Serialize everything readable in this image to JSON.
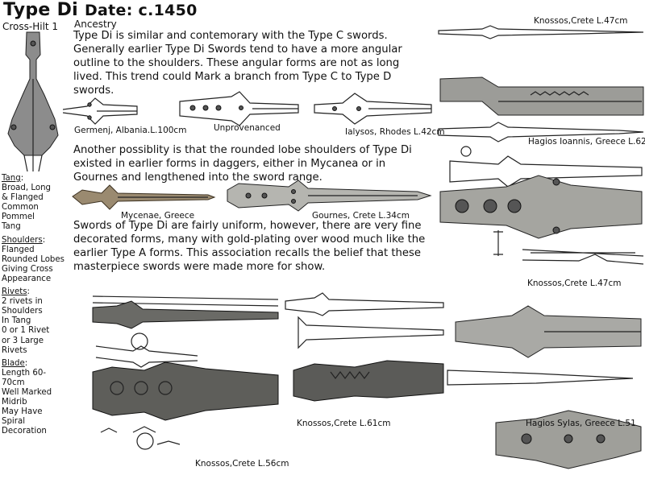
{
  "header": {
    "title": "Type Di",
    "date": "Date: c.1450",
    "subtitle": "Cross-Hilt 1",
    "ancestry_label": "Ancestry"
  },
  "paragraphs": {
    "p1": "Type Di is similar and contemorary with the Type C swords.  Generally earlier Type Di Swords tend to have a more angular outline to the shoulders.  These angular forms are not as long lived.  This trend could Mark a branch from Type C to Type D swords.",
    "p2": "Another possiblity is that the rounded lobe shoulders of Type Di existed in earlier forms in daggers, either in Mycanea or in Gournes and lengthened into the sword range.",
    "p3": "Swords of Type Di are fairly uniform, however, there are very fine decorated forms, many with gold-plating over wood much like the earlier Type A forms.  This association recalls the belief that these masterpiece swords were made more for show."
  },
  "captions": {
    "germenj": "Germenj, Albania.L.100cm",
    "unprovenanced": "Unprovenanced",
    "ialysos": "Ialysos, Rhodes L.42cm",
    "mycenae": "Mycenae, Greece",
    "gournes": "Gournes, Crete L.34cm",
    "knossos_47_top": "Knossos,Crete L.47cm",
    "hagios_ioannis": "Hagios Ioannis, Greece L.62",
    "knossos_47_mid": "Knossos,Crete L.47cm",
    "knossos_61": "Knossos,Crete L.61cm",
    "knossos_56": "Knossos,Crete L.56cm",
    "hagios_sylas": "Hagios Sylas, Greece L.51"
  },
  "sidebar": {
    "tang_head": "Tang",
    "tang_lines": [
      "Broad, Long",
      "& Flanged",
      "Common",
      "Pommel",
      "Tang"
    ],
    "shoulders_head": "Shoulders",
    "shoulders_lines": [
      "Flanged",
      "Rounded Lobes",
      "Giving Cross",
      "Appearance"
    ],
    "rivets_head": "Rivets",
    "rivets_lines": [
      "2 rivets in",
      "Shoulders",
      "In Tang",
      "0 or 1 Rivet",
      "or 3 Large",
      "Rivets"
    ],
    "blade_head": "Blade",
    "blade_lines": [
      "Length 60-70cm",
      "Well Marked Midrib",
      "May Have",
      "Spiral Decoration"
    ]
  }
}
